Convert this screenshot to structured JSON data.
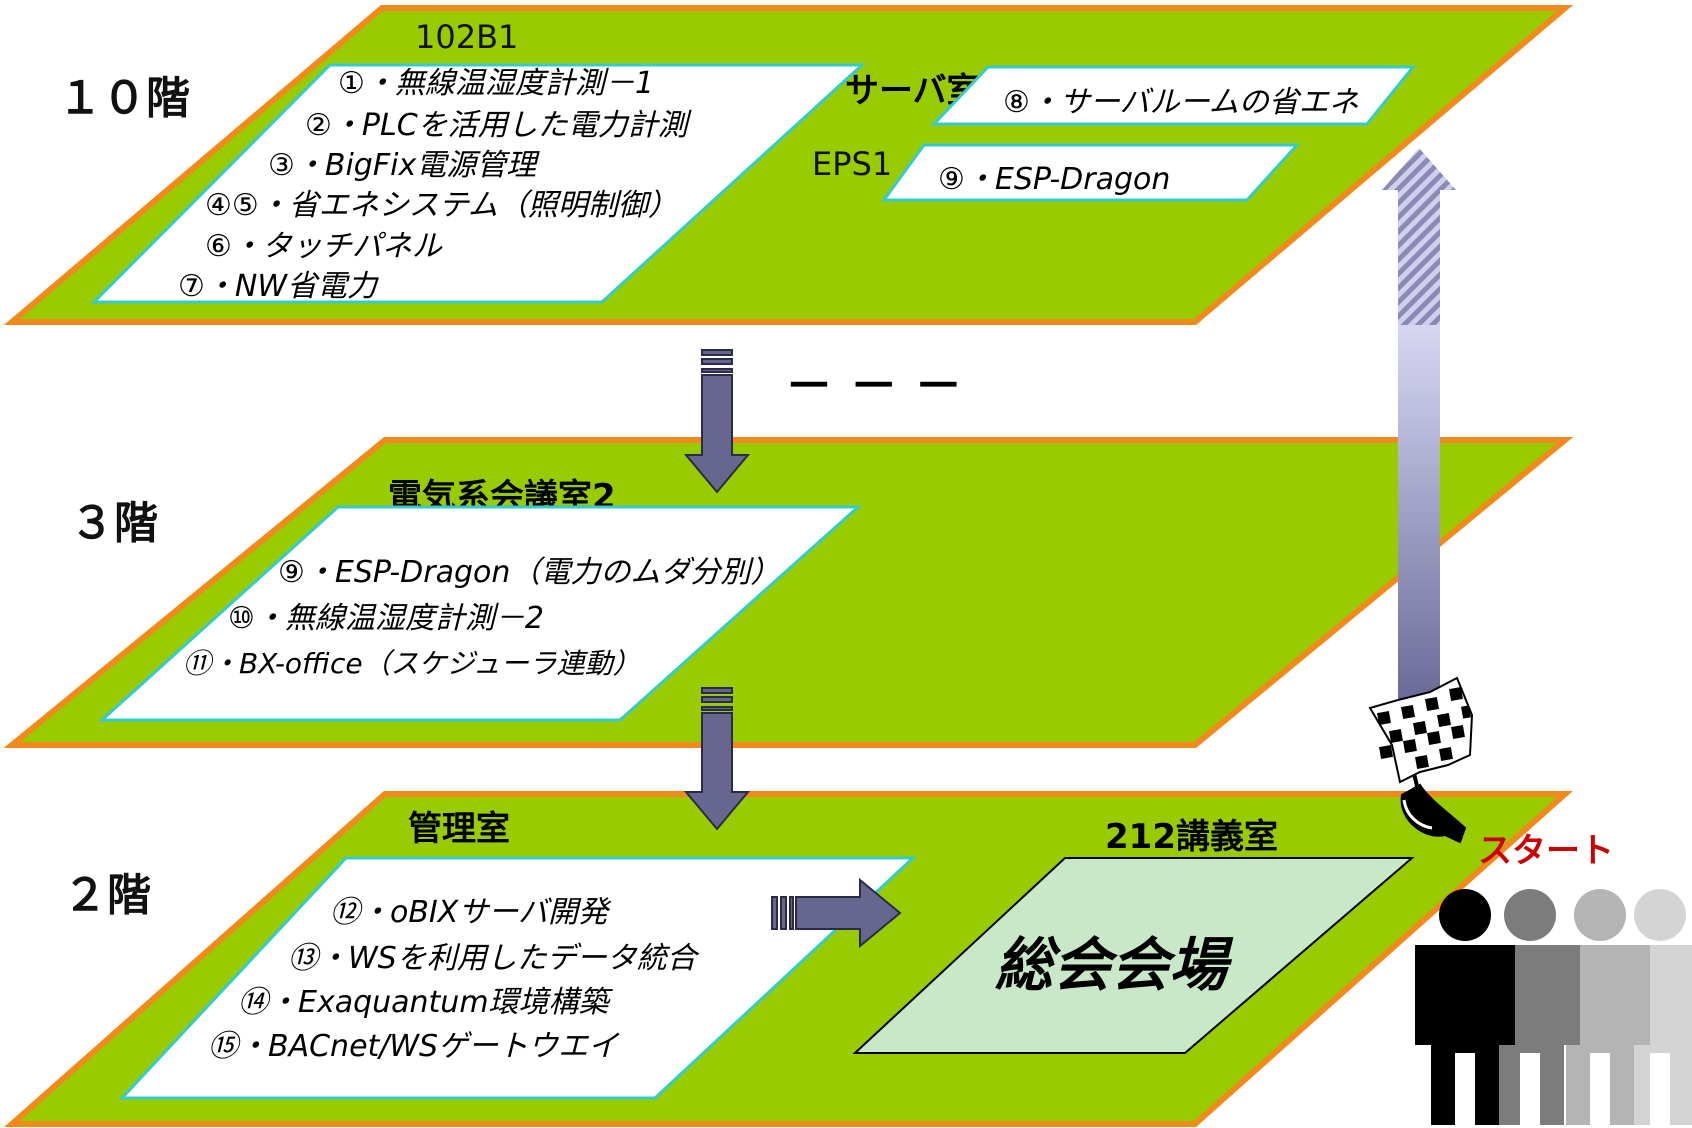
{
  "floors": {
    "f10": {
      "label": "１０階",
      "room_a": "102B1",
      "room_a_items": [
        "①・無線温湿度計測－1",
        "②・PLCを活用した電力計測",
        "③・BigFix電源管理",
        "④⑤・省エネシステム（照明制御）",
        "⑥・タッチパネル",
        "⑦・NW省電力"
      ],
      "server_room": "サーバ室",
      "server_item": "⑧・サーバルームの省エネ",
      "eps_room": "EPS1",
      "eps_item": "⑨・ESP-Dragon"
    },
    "f3": {
      "label": "３階",
      "room": "電気系会議室2",
      "items": [
        "⑨・ESP-Dragon（電力のムダ分別）",
        "⑩・無線温湿度計測－2",
        "⑪・BX-office（スケジューラ連動）"
      ]
    },
    "f2": {
      "label": "２階",
      "room": "管理室",
      "items": [
        "⑫・oBIXサーバ開発",
        "⑬・WSを利用したデータ統合",
        "⑭・Exaquantum環境構築",
        "⑮・BACnet/WSゲートウエイ"
      ],
      "hall_room": "212講義室",
      "hall_name": "総会会場"
    }
  },
  "ellipsis": "－ － －",
  "start_label": "スタート",
  "colors": {
    "floor_fill": "#99cc00",
    "floor_border": "#f08a1c",
    "room_border": "#33cccc",
    "hall_fill": "#c8e8c8",
    "arrow_fill": "#66668e"
  }
}
